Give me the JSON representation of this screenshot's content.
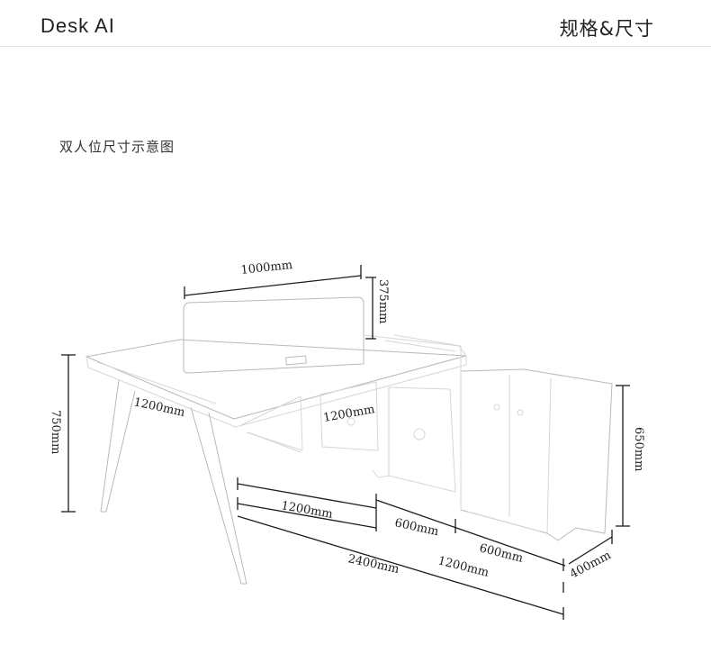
{
  "header": {
    "brand": "Desk AI",
    "section_title": "规格&尺寸"
  },
  "diagram": {
    "title": "双人位尺寸示意图",
    "dimensions": {
      "screen_width": "1000mm",
      "screen_height": "375mm",
      "desk_height": "750mm",
      "desk_depth": "1200mm",
      "desk_width": "1200mm",
      "cabinet_height": "650mm",
      "base_1200": "1200mm",
      "base_600_a": "600mm",
      "base_600_b": "600mm",
      "base_2400": "2400mm",
      "base_1200_right": "1200mm",
      "cabinet_depth": "400mm"
    }
  }
}
